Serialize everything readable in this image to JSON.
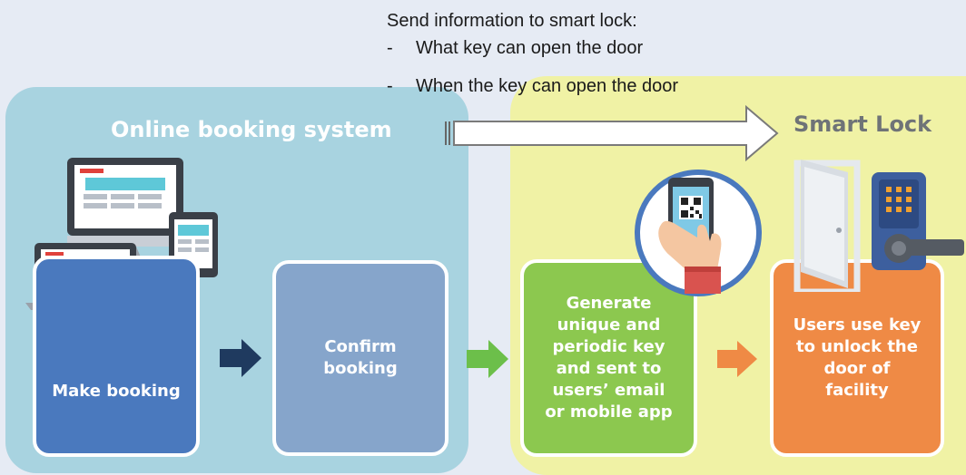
{
  "note": {
    "heading": "Send information to smart lock:",
    "items": [
      "What key can open the door",
      "When the key can open the door"
    ],
    "bullet": "-"
  },
  "sections": {
    "online": "Online booking system",
    "lock": "Smart Lock"
  },
  "steps": {
    "make_booking": "Make booking",
    "confirm_booking": "Confirm\nbooking",
    "generate_key": "Generate\nunique and\nperiodic key\nand sent to\nusers’ email\nor mobile app",
    "unlock": "Users use key\nto unlock the\ndoor of\nfacility"
  },
  "colors": {
    "background": "#e6ebf4",
    "online_region": "#a8d3e0",
    "lock_region": "#f0f2a5",
    "make_booking": "#4a79be",
    "confirm_booking": "#86a5cb",
    "generate_key": "#8cc84f",
    "unlock": "#ef8a45",
    "arrow_dark": "#1f3a5f",
    "arrow_green": "#6cbf4a",
    "arrow_orange": "#ef8a45"
  },
  "icons": [
    "desktop-monitor-icon",
    "laptop-icon",
    "tablet-icon",
    "smartphone-icon",
    "qr-phone-icon",
    "open-door-icon",
    "keypad-lock-icon"
  ]
}
